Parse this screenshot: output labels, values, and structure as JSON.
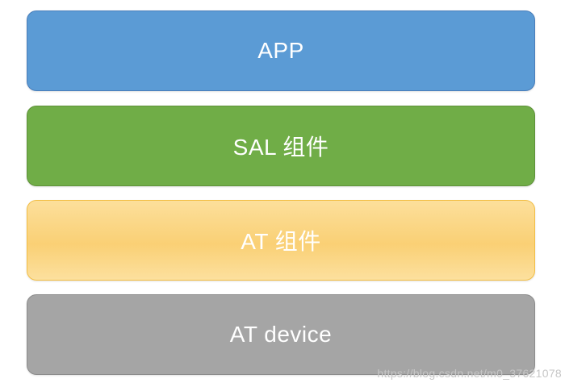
{
  "page": {
    "background": "#FFFFFF"
  },
  "diagram": {
    "type": "layered-stack",
    "layers": [
      {
        "id": "app",
        "label": "APP",
        "fill": "#5B9BD5",
        "border": "#4A7EBA",
        "text_color": "#FFFFFF"
      },
      {
        "id": "sal-component",
        "label": "SAL 组件",
        "fill": "#70AD47",
        "border": "#5E9139",
        "text_color": "#FFFFFF"
      },
      {
        "id": "at-component",
        "label": "AT 组件",
        "fill_gradient": [
          "#FCDF9B",
          "#FAD075",
          "#FCE09E"
        ],
        "border": "#F2BE45",
        "text_color": "#FFFFFF"
      },
      {
        "id": "at-device",
        "label": "AT device",
        "fill": "#A5A5A5",
        "border": "#8C8C8C",
        "text_color": "#FFFFFF"
      }
    ]
  },
  "watermark": {
    "text": "https://blog.csdn.net/m0_37621078",
    "color": "#C6C6C6"
  }
}
